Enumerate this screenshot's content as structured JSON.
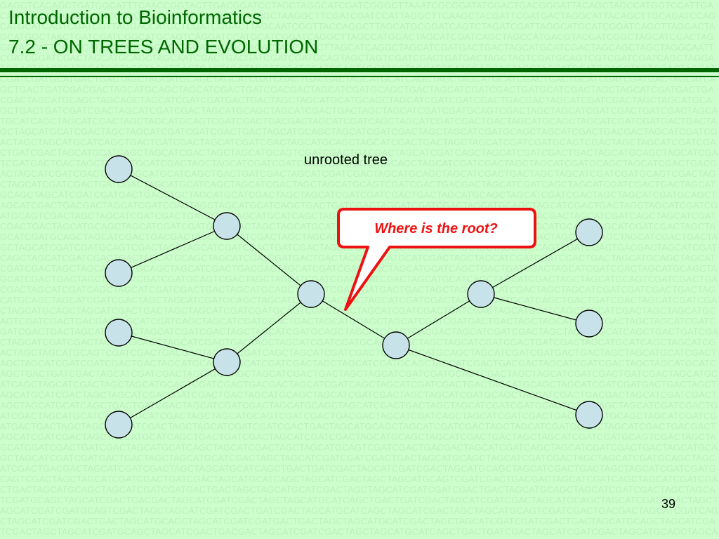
{
  "slide": {
    "title_line1": "Introduction to Bioinformatics",
    "title_line2": "7.2 - ON TREES AND EVOLUTION",
    "page_number": "39",
    "accent_color": "#006600",
    "background_color": "#ccffcc"
  },
  "diagram": {
    "label": "unrooted tree",
    "callout": "Where is the root?",
    "callout_color": "#ee1111",
    "node_fill": "#c8e2ea",
    "leaf_count": 7,
    "internal_node_count": 5
  }
}
